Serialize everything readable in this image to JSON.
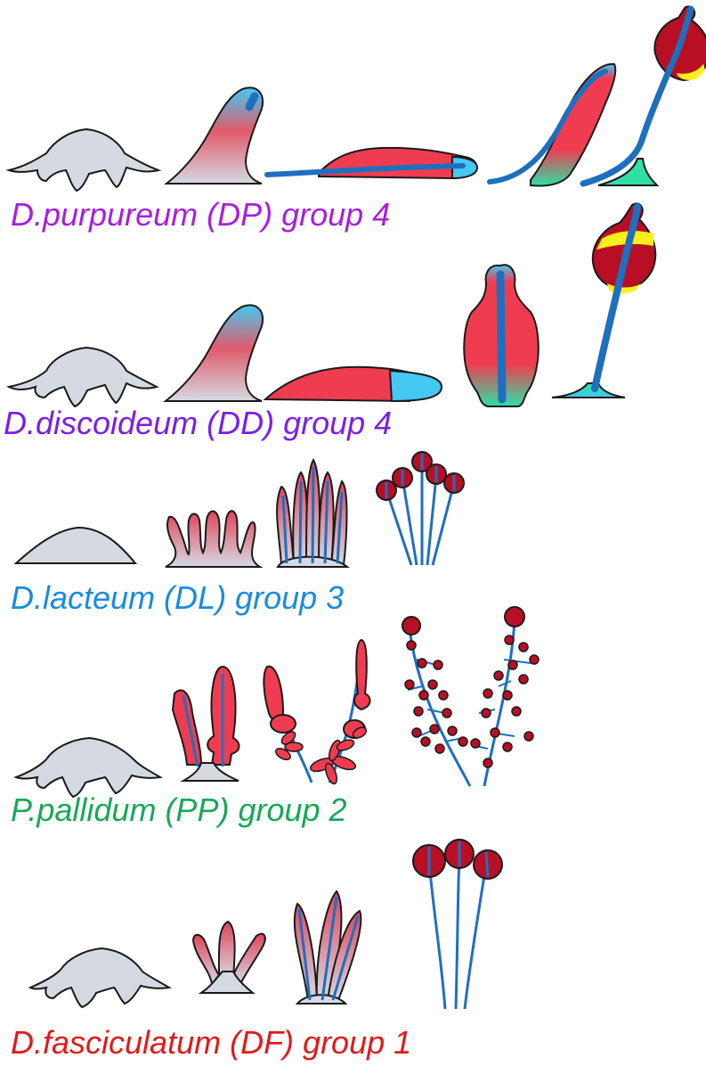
{
  "colors": {
    "outline": "#1a1a1a",
    "blob": "#d5dae2",
    "stalk": "#1f6fbf",
    "tip": "#45c8f2",
    "prespore": "#f03c50",
    "spore": "#b80f24",
    "lower_cup": "#2ee0a4",
    "upper_cup": "#f8ef1c"
  },
  "species": [
    {
      "id": "dp",
      "label": "D.purpureum (DP) group 4",
      "color": "#a61fe0"
    },
    {
      "id": "dd",
      "label": "D.discoideum (DD) group 4",
      "color": "#7a1fe6"
    },
    {
      "id": "dl",
      "label": "D.lacteum (DL) group 3",
      "color": "#1a8ae0"
    },
    {
      "id": "pp",
      "label": "P.pallidum (PP) group 2",
      "color": "#18a855"
    },
    {
      "id": "df",
      "label": "D.fasciculatum (DF) group 1",
      "color": "#e01a1a"
    }
  ]
}
